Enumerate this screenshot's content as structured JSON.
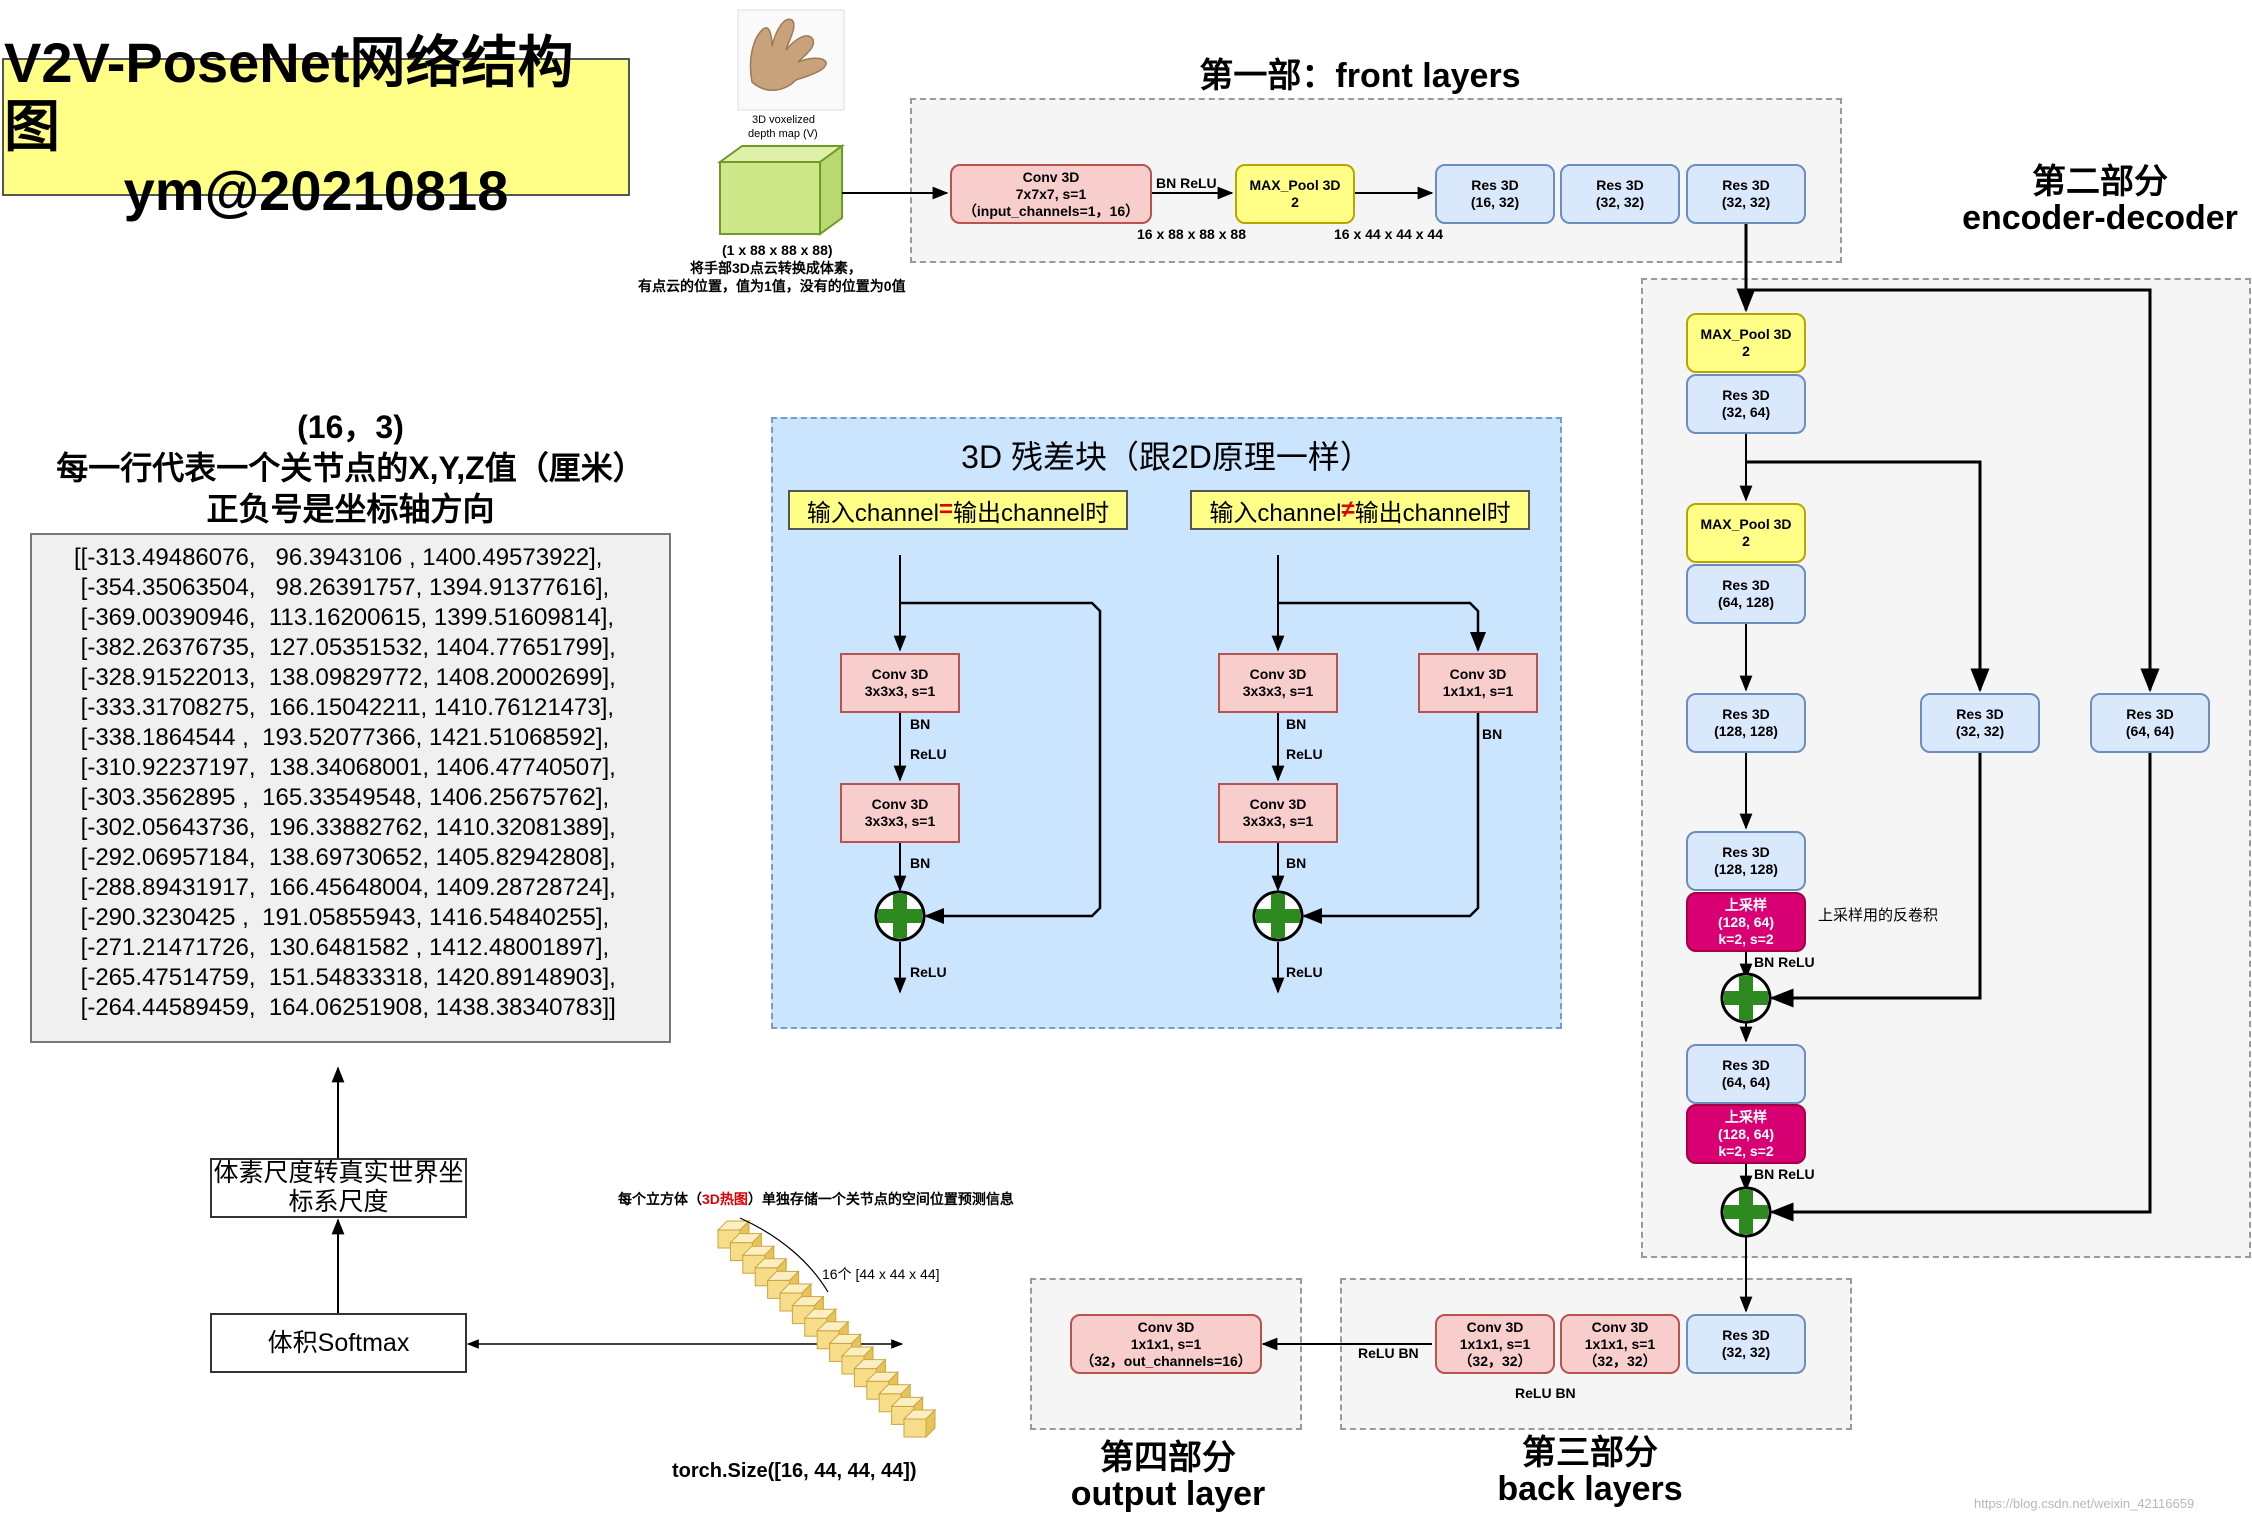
{
  "title": {
    "line1": "V2V-PoseNet网络结构图",
    "line2": "ym@20210818"
  },
  "input": {
    "caption_line1": "3D voxelized",
    "caption_line2": "depth map (V)",
    "shape": "(1 x 88 x 88 x 88)",
    "desc_line1": "将手部3D点云转换成体素，",
    "desc_line2": "有点云的位置，值为1值，没有的位置为0值"
  },
  "front": {
    "heading": "第一部：front layers",
    "conv_l1": "Conv 3D",
    "conv_l2": "7x7x7, s=1",
    "conv_l3": "（input_channels=1，16）",
    "bn_relu": "BN   ReLU",
    "pool_l1": "MAX_Pool 3D",
    "pool_l2": "2",
    "res1_l1": "Res 3D",
    "res1_l2": "(16, 32)",
    "res2_l1": "Res 3D",
    "res2_l2": "(32, 32)",
    "res3_l1": "Res 3D",
    "res3_l2": "(32, 32)",
    "shape1": "16 x 88 x 88 x 88",
    "shape2": "16 x 44 x 44 x 44"
  },
  "encdec": {
    "heading_l1": "第二部分",
    "heading_l2": "encoder-decoder",
    "pool1_l1": "MAX_Pool 3D",
    "pool1_l2": "2",
    "res_a_l1": "Res 3D",
    "res_a_l2": "(32, 64)",
    "pool2_l1": "MAX_Pool 3D",
    "pool2_l2": "2",
    "res_b_l1": "Res 3D",
    "res_b_l2": "(64, 128)",
    "res_c_l1": "Res 3D",
    "res_c_l2": "(128, 128)",
    "res_skip1_l1": "Res 3D",
    "res_skip1_l2": "(32, 32)",
    "res_skip2_l1": "Res 3D",
    "res_skip2_l2": "(64, 64)",
    "res_d_l1": "Res 3D",
    "res_d_l2": "(128, 128)",
    "up1_l1": "上采样",
    "up1_l2": "(128, 64)",
    "up1_l3": "k=2, s=2",
    "up_note": "上采样用的反卷积",
    "bn_relu1": "BN   ReLU",
    "res_e_l1": "Res 3D",
    "res_e_l2": "(64, 64)",
    "up2_l1": "上采样",
    "up2_l2": "(128, 64)",
    "up2_l3": "k=2, s=2",
    "bn_relu2": "BN   ReLU"
  },
  "back": {
    "heading_l1": "第三部分",
    "heading_l2": "back layers",
    "res_l1": "Res 3D",
    "res_l2": "(32, 32)",
    "conv2_l1": "Conv 3D",
    "conv2_l2": "1x1x1, s=1",
    "conv2_l3": "（32，32）",
    "conv1_l1": "Conv 3D",
    "conv1_l2": "1x1x1, s=1",
    "conv1_l3": "（32，32）",
    "relu_bn_top": "ReLU   BN",
    "relu_bn_bottom": "ReLU   BN"
  },
  "output": {
    "heading_l1": "第四部分",
    "heading_l2": "output layer",
    "conv_l1": "Conv 3D",
    "conv_l2": "1x1x1, s=1",
    "conv_l3": "（32，out_channels=16）"
  },
  "heatmap": {
    "note_pre": "每个立方体（",
    "note_red": "3D热图",
    "note_post": "）单独存储一个关节点的空间位置预测信息",
    "count": "16个 [44 x 44 x 44]",
    "size": "torch.Size([16, 44, 44, 44])"
  },
  "softmax": {
    "label": "体积Softmax"
  },
  "convert": {
    "line1": "体素尺度转真实世界坐",
    "line2": "标系尺度"
  },
  "matrix": {
    "head1": "(16，3)",
    "head2": "每一行代表一个关节点的X,Y,Z值（厘米）",
    "head3": "正负号是坐标轴方向",
    "rows": [
      "[[-313.49486076,   96.3943106 , 1400.49573922],",
      " [-354.35063504,   98.26391757, 1394.91377616],",
      " [-369.00390946,  113.16200615, 1399.51609814],",
      " [-382.26376735,  127.05351532, 1404.77651799],",
      " [-328.91522013,  138.09829772, 1408.20002699],",
      " [-333.31708275,  166.15042211, 1410.76121473],",
      " [-338.1864544 ,  193.52077366, 1421.51068592],",
      " [-310.92237197,  138.34068001, 1406.47740507],",
      " [-303.3562895 ,  165.33549548, 1406.25675762],",
      " [-302.05643736,  196.33882762, 1410.32081389],",
      " [-292.06957184,  138.69730652, 1405.82942808],",
      " [-288.89431917,  166.45648004, 1409.28728724],",
      " [-290.3230425 ,  191.05855943, 1416.54840255],",
      " [-271.21471726,  130.6481582 , 1412.48001897],",
      " [-265.47514759,  151.54833318, 1420.89148903],",
      " [-264.44589459,  164.06251908, 1438.38340783]]"
    ]
  },
  "resblock": {
    "title": "3D 残差块（跟2D原理一样）",
    "left_tag_pre": "输入channel ",
    "left_tag_sym": "=",
    "left_tag_post": " 输出channel时",
    "right_tag_pre": "输入channel ",
    "right_tag_sym": "≠",
    "right_tag_post": " 输出channel时",
    "conv_a_l1": "Conv 3D",
    "conv_a_l2": "3x3x3, s=1",
    "conv_b_l1": "Conv 3D",
    "conv_b_l2": "3x3x3, s=1",
    "conv_c_l1": "Conv 3D",
    "conv_c_l2": "3x3x3, s=1",
    "conv_d_l1": "Conv 3D",
    "conv_d_l2": "3x3x3, s=1",
    "conv_e_l1": "Conv 3D",
    "conv_e_l2": "1x1x1, s=1",
    "bn": "BN",
    "relu": "ReLU"
  },
  "watermark": "https://blog.csdn.net/weixin_42116659",
  "colors": {
    "blue": "#dae8fc",
    "pink": "#f8cecc",
    "yellow": "#ffff88",
    "magenta": "#d80073",
    "green": "#2d8a1e",
    "red": "#e00000"
  }
}
